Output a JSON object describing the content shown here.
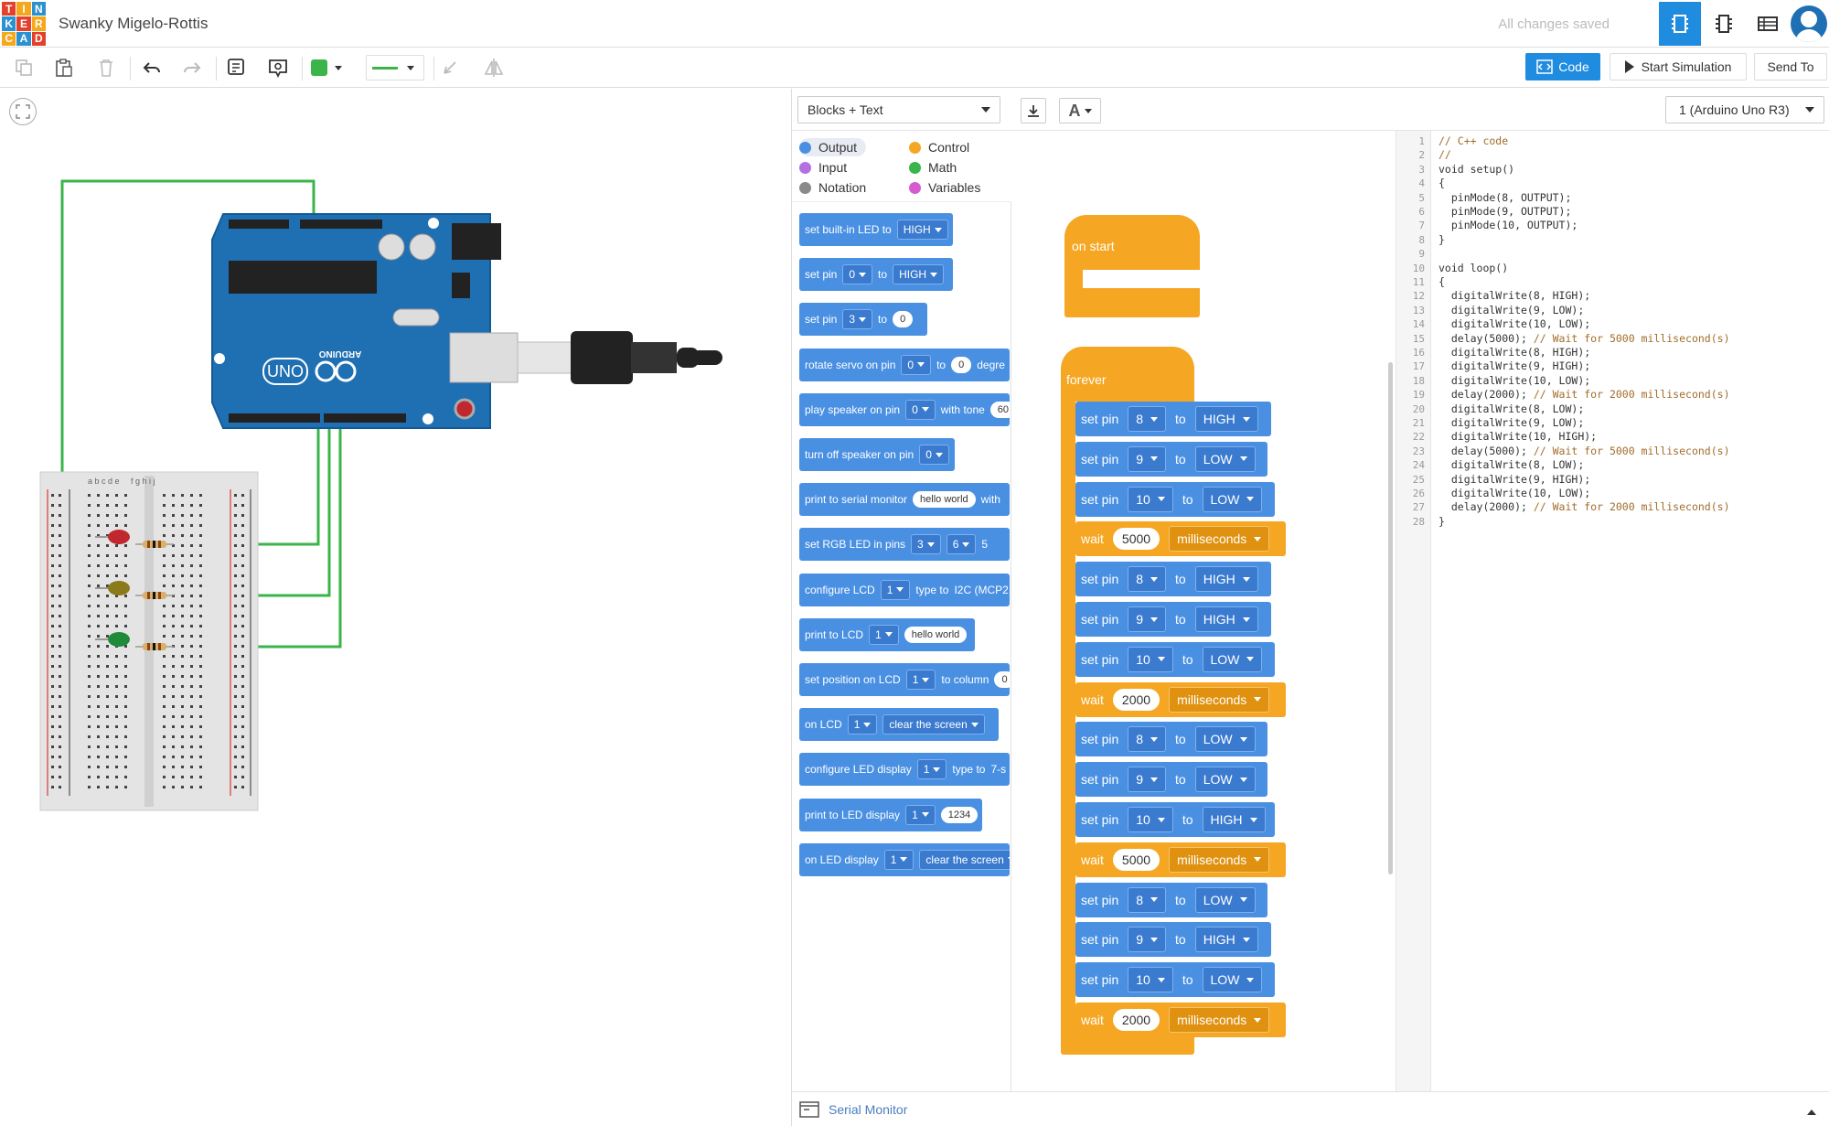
{
  "logo": {
    "letters": [
      "T",
      "I",
      "N",
      "K",
      "E",
      "R",
      "C",
      "A",
      "D"
    ],
    "colors": [
      "#e2412c",
      "#f6a81c",
      "#2b91d1",
      "#2b91d1",
      "#e2412c",
      "#f6a81c",
      "#f6a81c",
      "#2b91d1",
      "#e2412c"
    ]
  },
  "header": {
    "title": "Swanky Migelo-Rottis",
    "save_status": "All changes saved"
  },
  "toolbar": {
    "code_label": "Code",
    "simulate_label": "Start Simulation",
    "send_label": "Send To",
    "fill_color": "#3bb54a",
    "line_color": "#3bb54a"
  },
  "code_panel": {
    "mode": "Blocks + Text",
    "device": "1 (Arduino Uno R3)",
    "categories": [
      {
        "name": "Output",
        "color": "#4a90e2"
      },
      {
        "name": "Control",
        "color": "#f5a623"
      },
      {
        "name": "Input",
        "color": "#b46fe0"
      },
      {
        "name": "Math",
        "color": "#3ab54a"
      },
      {
        "name": "Notation",
        "color": "#8a8a8a"
      },
      {
        "name": "Variables",
        "color": "#d65bd0"
      }
    ],
    "toolbox": [
      {
        "text": "set built-in LED to",
        "dd": "HIGH"
      },
      {
        "text": "set pin",
        "dd": "0",
        "mid": "to",
        "dd2": "HIGH"
      },
      {
        "text": "set pin",
        "dd": "3",
        "mid": "to",
        "pill": "0"
      },
      {
        "text": "rotate servo on pin",
        "dd": "0",
        "mid": "to",
        "pill": "0",
        "tail": "degre"
      },
      {
        "text": "play speaker on pin",
        "dd": "0",
        "mid": "with tone",
        "pill": "60"
      },
      {
        "text": "turn off speaker on pin",
        "dd": "0"
      },
      {
        "text": "print to serial monitor",
        "pill": "hello world",
        "mid": "with"
      },
      {
        "text": "set RGB LED in pins",
        "dd": "3",
        "dd2": "6",
        "tail": "5"
      },
      {
        "text": "configure LCD",
        "dd": "1",
        "mid": "type to",
        "tail": "I2C (MCP2"
      },
      {
        "text": "print to LCD",
        "dd": "1",
        "pill": "hello world"
      },
      {
        "text": "set position on LCD",
        "dd": "1",
        "mid": "to column",
        "pill": "0"
      },
      {
        "text": "on LCD",
        "dd": "1",
        "dd2": "clear the screen"
      },
      {
        "text": "configure LED display",
        "dd": "1",
        "mid": "type to",
        "tail": "7-s"
      },
      {
        "text": "print to LED display",
        "dd": "1",
        "pill": "1234"
      },
      {
        "text": "on LED display",
        "dd": "1",
        "dd2": "clear the screen"
      }
    ],
    "workspace": {
      "on_start": "on start",
      "forever": "forever",
      "set_pin_label": "set pin",
      "to_label": "to",
      "wait_label": "wait",
      "rows": [
        {
          "kind": "pin",
          "pin": "8",
          "state": "HIGH"
        },
        {
          "kind": "pin",
          "pin": "9",
          "state": "LOW"
        },
        {
          "kind": "pin",
          "pin": "10",
          "state": "LOW"
        },
        {
          "kind": "wait",
          "value": "5000",
          "unit": "milliseconds"
        },
        {
          "kind": "pin",
          "pin": "8",
          "state": "HIGH"
        },
        {
          "kind": "pin",
          "pin": "9",
          "state": "HIGH"
        },
        {
          "kind": "pin",
          "pin": "10",
          "state": "LOW"
        },
        {
          "kind": "wait",
          "value": "2000",
          "unit": "milliseconds"
        },
        {
          "kind": "pin",
          "pin": "8",
          "state": "LOW"
        },
        {
          "kind": "pin",
          "pin": "9",
          "state": "LOW"
        },
        {
          "kind": "pin",
          "pin": "10",
          "state": "HIGH"
        },
        {
          "kind": "wait",
          "value": "5000",
          "unit": "milliseconds"
        },
        {
          "kind": "pin",
          "pin": "8",
          "state": "LOW"
        },
        {
          "kind": "pin",
          "pin": "9",
          "state": "HIGH"
        },
        {
          "kind": "pin",
          "pin": "10",
          "state": "LOW"
        },
        {
          "kind": "wait",
          "value": "2000",
          "unit": "milliseconds"
        }
      ]
    },
    "code_lines": [
      "// C++ code",
      "//",
      "void setup()",
      "{",
      "  pinMode(8, OUTPUT);",
      "  pinMode(9, OUTPUT);",
      "  pinMode(10, OUTPUT);",
      "}",
      "",
      "void loop()",
      "{",
      "  digitalWrite(8, HIGH);",
      "  digitalWrite(9, LOW);",
      "  digitalWrite(10, LOW);",
      "  delay(5000); // Wait for 5000 millisecond(s)",
      "  digitalWrite(8, HIGH);",
      "  digitalWrite(9, HIGH);",
      "  digitalWrite(10, LOW);",
      "  delay(2000); // Wait for 2000 millisecond(s)",
      "  digitalWrite(8, LOW);",
      "  digitalWrite(9, LOW);",
      "  digitalWrite(10, HIGH);",
      "  delay(5000); // Wait for 5000 millisecond(s)",
      "  digitalWrite(8, LOW);",
      "  digitalWrite(9, HIGH);",
      "  digitalWrite(10, LOW);",
      "  delay(2000); // Wait for 2000 millisecond(s)",
      "}"
    ],
    "serial_monitor": "Serial Monitor"
  },
  "circuit": {
    "board_brand": "ARDUINO",
    "board_model": "UNO",
    "led_colors": [
      "#c0282d",
      "#8a7a1c",
      "#1f8a3a"
    ],
    "wire_color": "#3bb54a",
    "breadboard_cols": "a b c d e     f g h i j"
  }
}
